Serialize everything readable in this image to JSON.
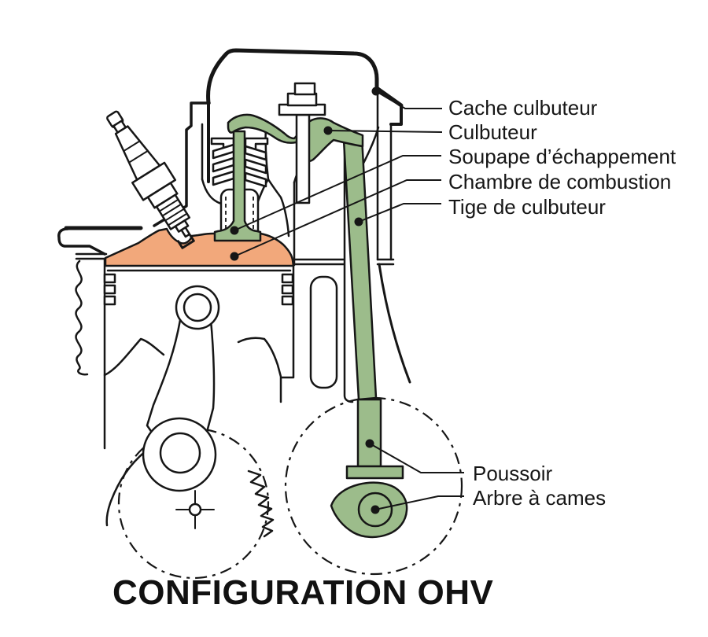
{
  "title": "CONFIGURATION OHV",
  "labels": {
    "cache_culbuteur": "Cache culbuteur",
    "culbuteur": "Culbuteur",
    "soupape_echappement": "Soupape d’échappement",
    "chambre_combustion": "Chambre de combustion",
    "tige_culbuteur": "Tige de culbuteur",
    "poussoir": "Poussoir",
    "arbre_a_cames": "Arbre à cames"
  },
  "colors": {
    "valvetrain_highlight_green": "#9CBC8B",
    "combustion_chamber_orange": "#F2A87B",
    "line_black": "#161616",
    "background": "#FFFFFF"
  }
}
